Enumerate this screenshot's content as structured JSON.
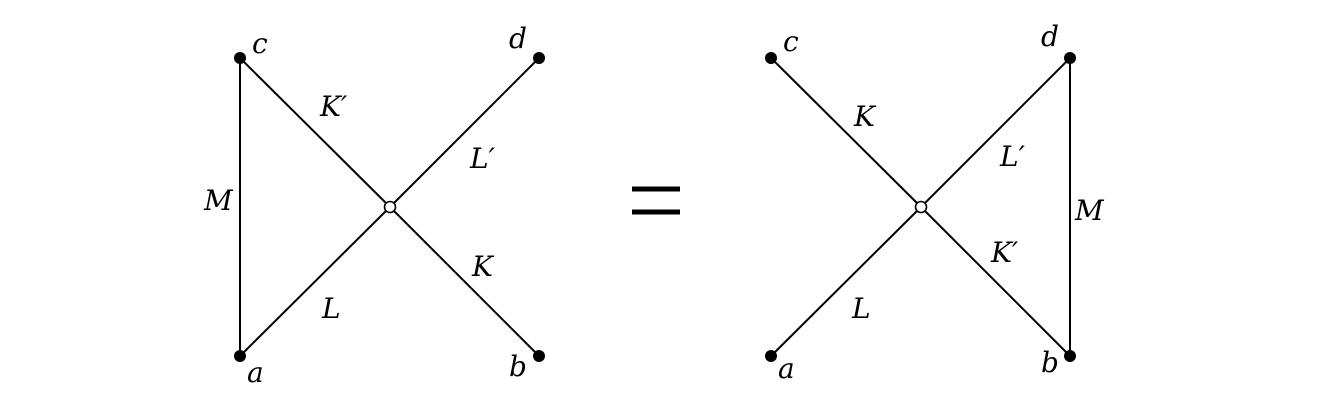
{
  "diagrams": [
    {
      "id": "left",
      "vertices": {
        "a": "a",
        "b": "b",
        "c": "c",
        "d": "d"
      },
      "edges": {
        "c_center": "K′",
        "center_d": "L′",
        "a_center": "L",
        "center_b": "K",
        "side": "M"
      }
    },
    {
      "id": "right",
      "vertices": {
        "a": "a",
        "b": "b",
        "c": "c",
        "d": "d"
      },
      "edges": {
        "c_center": "K",
        "center_d": "L′",
        "a_center": "L",
        "center_b": "K′",
        "side": "M"
      }
    }
  ],
  "relation": "="
}
